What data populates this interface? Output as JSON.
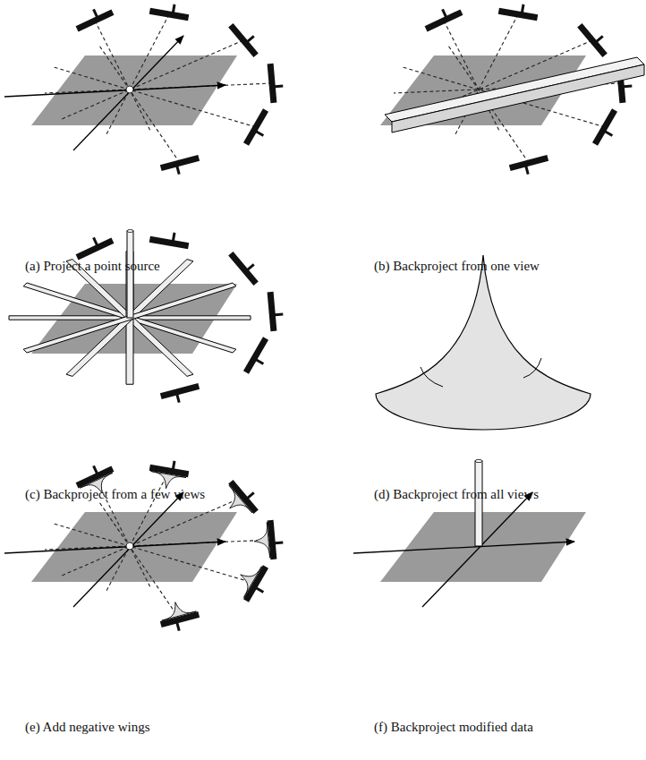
{
  "diagram": {
    "labels": [
      "(a) Project a point source",
      "(b) Backproject from one view",
      "(c) Backproject from a few views",
      "(d) Backproject from all views",
      "(e) Add negative wings",
      "(f) Backproject modified data"
    ]
  }
}
